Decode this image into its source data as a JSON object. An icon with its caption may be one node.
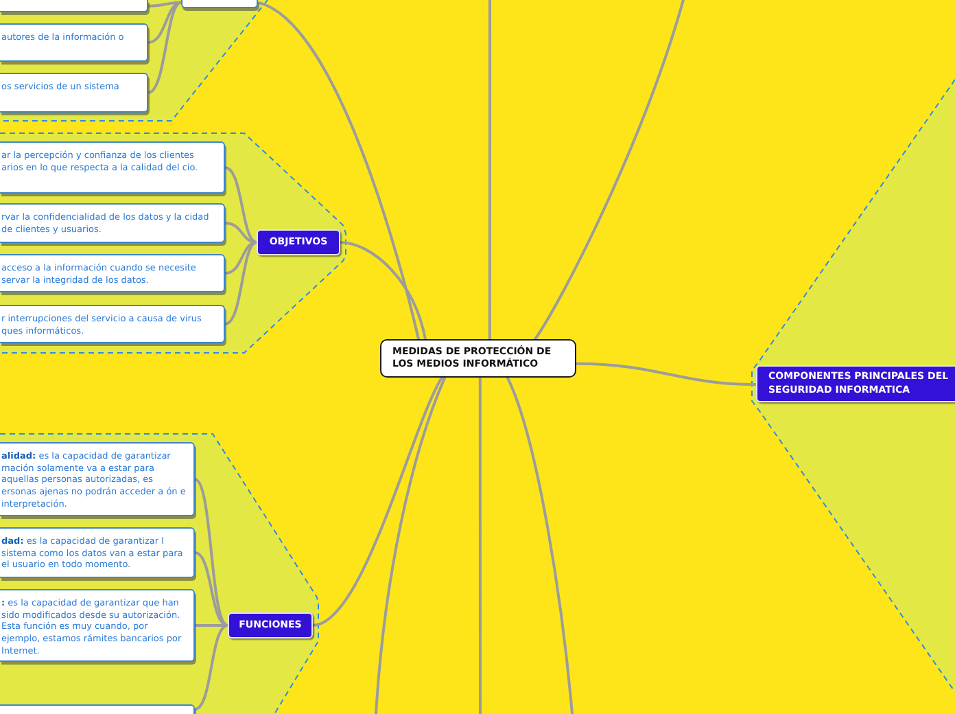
{
  "diagram": {
    "nodes": [
      {
        "text": [
          "MEDIDAS DE PROTECCIÓN DE LOS MEDIOS INFORMÁTICO"
        ]
      },
      {
        "text": [],
        "shape": "band"
      },
      {
        "text": [],
        "shape": "box",
        "in": 1
      },
      {
        "text": [],
        "shape": "box",
        "in": 1
      },
      {
        "text": [
          "autores de la información o"
        ],
        "in": 1
      },
      {
        "text": [
          "os servicios de un sistema"
        ],
        "in": 1
      },
      {
        "text": [],
        "shape": "band"
      },
      {
        "text": [
          "OBJETIVOS"
        ],
        "in": 6
      },
      {
        "text": [
          "ar la percepción y confianza de los clientes arios en lo que respecta a la calidad del cio."
        ],
        "in": 6
      },
      {
        "text": [
          "rvar la confidencialidad de los datos y la cidad de clientes y usuarios."
        ],
        "in": 6
      },
      {
        "text": [
          "acceso a la información cuando se necesite servar la integridad de los datos."
        ],
        "in": 6
      },
      {
        "text": [
          "r interrupciones del servicio a causa de virus ques informáticos."
        ],
        "in": 6
      },
      {
        "text": [],
        "shape": "band"
      },
      {
        "text": [
          "FUNCIONES"
        ],
        "in": 12
      },
      {
        "text": [
          "**alidad:** es la capacidad de garantizar mación solamente va a estar para aquellas personas autorizadas, es ersonas ajenas no podrán acceder a ón e interpretación."
        ],
        "in": 12
      },
      {
        "text": [
          "**dad:** es la capacidad de garantizar l sistema como los datos van a estar para el usuario en todo momento."
        ],
        "in": 12
      },
      {
        "text": [
          "**:** es la capacidad de garantizar que han sido modificados desde su autorización. Esta función es muy cuando, por ejemplo, estamos rámites bancarios por Internet."
        ],
        "in": 12
      },
      {
        "text": [],
        "shape": "box",
        "in": 12
      },
      {
        "text": [],
        "shape": "band"
      },
      {
        "text": [
          "COMPONENTES PRINCIPALES DEL SEGURIDAD INFORMATICA"
        ],
        "in": 18
      }
    ],
    "edges": [
      {
        "from": 0,
        "to": 3,
        "arrow": "none"
      },
      {
        "from": 0,
        "to": null,
        "arrow": "none"
      },
      {
        "from": 0,
        "to": null,
        "arrow": "none"
      },
      {
        "from": 0,
        "to": 7,
        "arrow": "none"
      },
      {
        "from": 0,
        "to": 19,
        "arrow": "none"
      },
      {
        "from": 0,
        "to": 13,
        "arrow": "none"
      },
      {
        "from": 0,
        "to": null,
        "arrow": "none"
      },
      {
        "from": 0,
        "to": null,
        "arrow": "none"
      },
      {
        "from": 0,
        "to": null,
        "arrow": "none"
      },
      {
        "from": 3,
        "to": 2,
        "arrow": "none"
      },
      {
        "from": 3,
        "to": 4,
        "arrow": "none"
      },
      {
        "from": 3,
        "to": 5,
        "arrow": "none"
      },
      {
        "from": 7,
        "to": 8,
        "arrow": "none"
      },
      {
        "from": 7,
        "to": 9,
        "arrow": "none"
      },
      {
        "from": 7,
        "to": 10,
        "arrow": "none"
      },
      {
        "from": 7,
        "to": 11,
        "arrow": "none"
      },
      {
        "from": 13,
        "to": 14,
        "arrow": "none"
      },
      {
        "from": 13,
        "to": 15,
        "arrow": "none"
      },
      {
        "from": 13,
        "to": 16,
        "arrow": "none"
      },
      {
        "from": 13,
        "to": 17,
        "arrow": "none"
      }
    ]
  }
}
